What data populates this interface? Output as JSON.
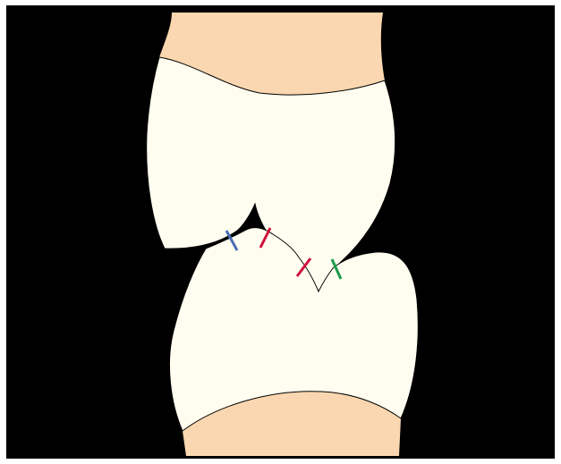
{
  "colors": {
    "background": "#000000",
    "frame": "#ffffff",
    "crown": "#fffdf0",
    "root": "#fad7b0",
    "outline": "#000000",
    "contact_blue": "#4a6fb5",
    "contact_red": "#d0103a",
    "contact_green": "#1a9a4a"
  },
  "contact_markers": [
    {
      "color_key": "contact_blue"
    },
    {
      "color_key": "contact_red"
    },
    {
      "color_key": "contact_red"
    },
    {
      "color_key": "contact_green"
    }
  ]
}
